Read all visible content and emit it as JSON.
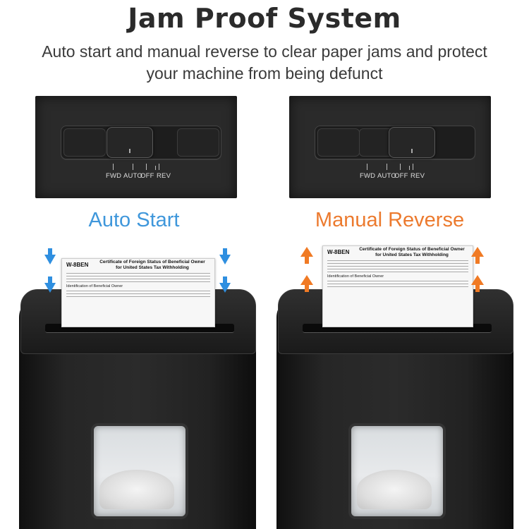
{
  "header": {
    "title": "Jam Proof System",
    "subtitle": "Auto start and manual reverse to clear paper jams and protect your machine from being defunct"
  },
  "switch_labels": {
    "fwd": "FWD",
    "auto": "AUTO",
    "off": "OFF",
    "rev": "REV"
  },
  "modes": {
    "left": "Auto Start",
    "right": "Manual Reverse"
  },
  "document": {
    "form": "W-8BEN",
    "title_line1": "Certificate of Foreign Status of Beneficial Owner",
    "title_line2": "for United States Tax Withholding",
    "part": "Identification of Beneficial Owner"
  },
  "colors": {
    "auto_start": "#3f97db",
    "manual_reverse": "#ec7a2e"
  },
  "icons": {
    "down_arrow": "arrow-down-icon",
    "up_arrow": "arrow-up-icon"
  }
}
